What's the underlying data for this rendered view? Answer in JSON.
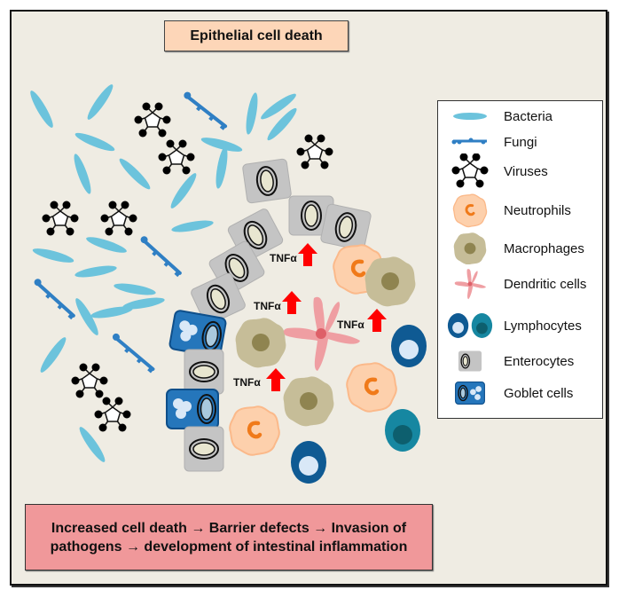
{
  "title": "Epithelial cell death",
  "summary": "Increased cell death → Barrier defects → Invasion of pathogens → development of intestinal inflammation",
  "cytokine_label": "TNFα",
  "cytokine_indicator": "up-arrow",
  "colors": {
    "background": "#efece3",
    "title_box": "#fdd6b8",
    "summary_box": "#f0989a",
    "bacteria": "#6cc3dc",
    "fungi": "#2f7fc4",
    "virus": "#000000",
    "neutrophil": "#fdd0ac",
    "neutrophil_nucleus": "#f07a1a",
    "macrophage": "#c6bd98",
    "macrophage_nucleus": "#8f8450",
    "dendritic_cell": "#ee9a9e",
    "lymphocyte_a": "#0f5a93",
    "lymphocyte_b": "#1687a1",
    "enterocyte": "#c4c4c4",
    "goblet_cell": "#2576bb",
    "arrow": "#ff0000"
  },
  "legend": {
    "items": [
      {
        "label": "Bacteria",
        "icon": "bacteria-icon"
      },
      {
        "label": "Fungi",
        "icon": "fungi-icon"
      },
      {
        "label": "Viruses",
        "icon": "virus-icon"
      },
      {
        "label": "Neutrophils",
        "icon": "neutrophil-icon"
      },
      {
        "label": "Macrophages",
        "icon": "macrophage-icon"
      },
      {
        "label": "Dendritic cells",
        "icon": "dendritic-cell-icon"
      },
      {
        "label": "Lymphocytes",
        "icon": "lymphocyte-icon"
      },
      {
        "label": "Enterocytes",
        "icon": "enterocyte-icon"
      },
      {
        "label": "Goblet cells",
        "icon": "goblet-cell-icon"
      }
    ]
  }
}
